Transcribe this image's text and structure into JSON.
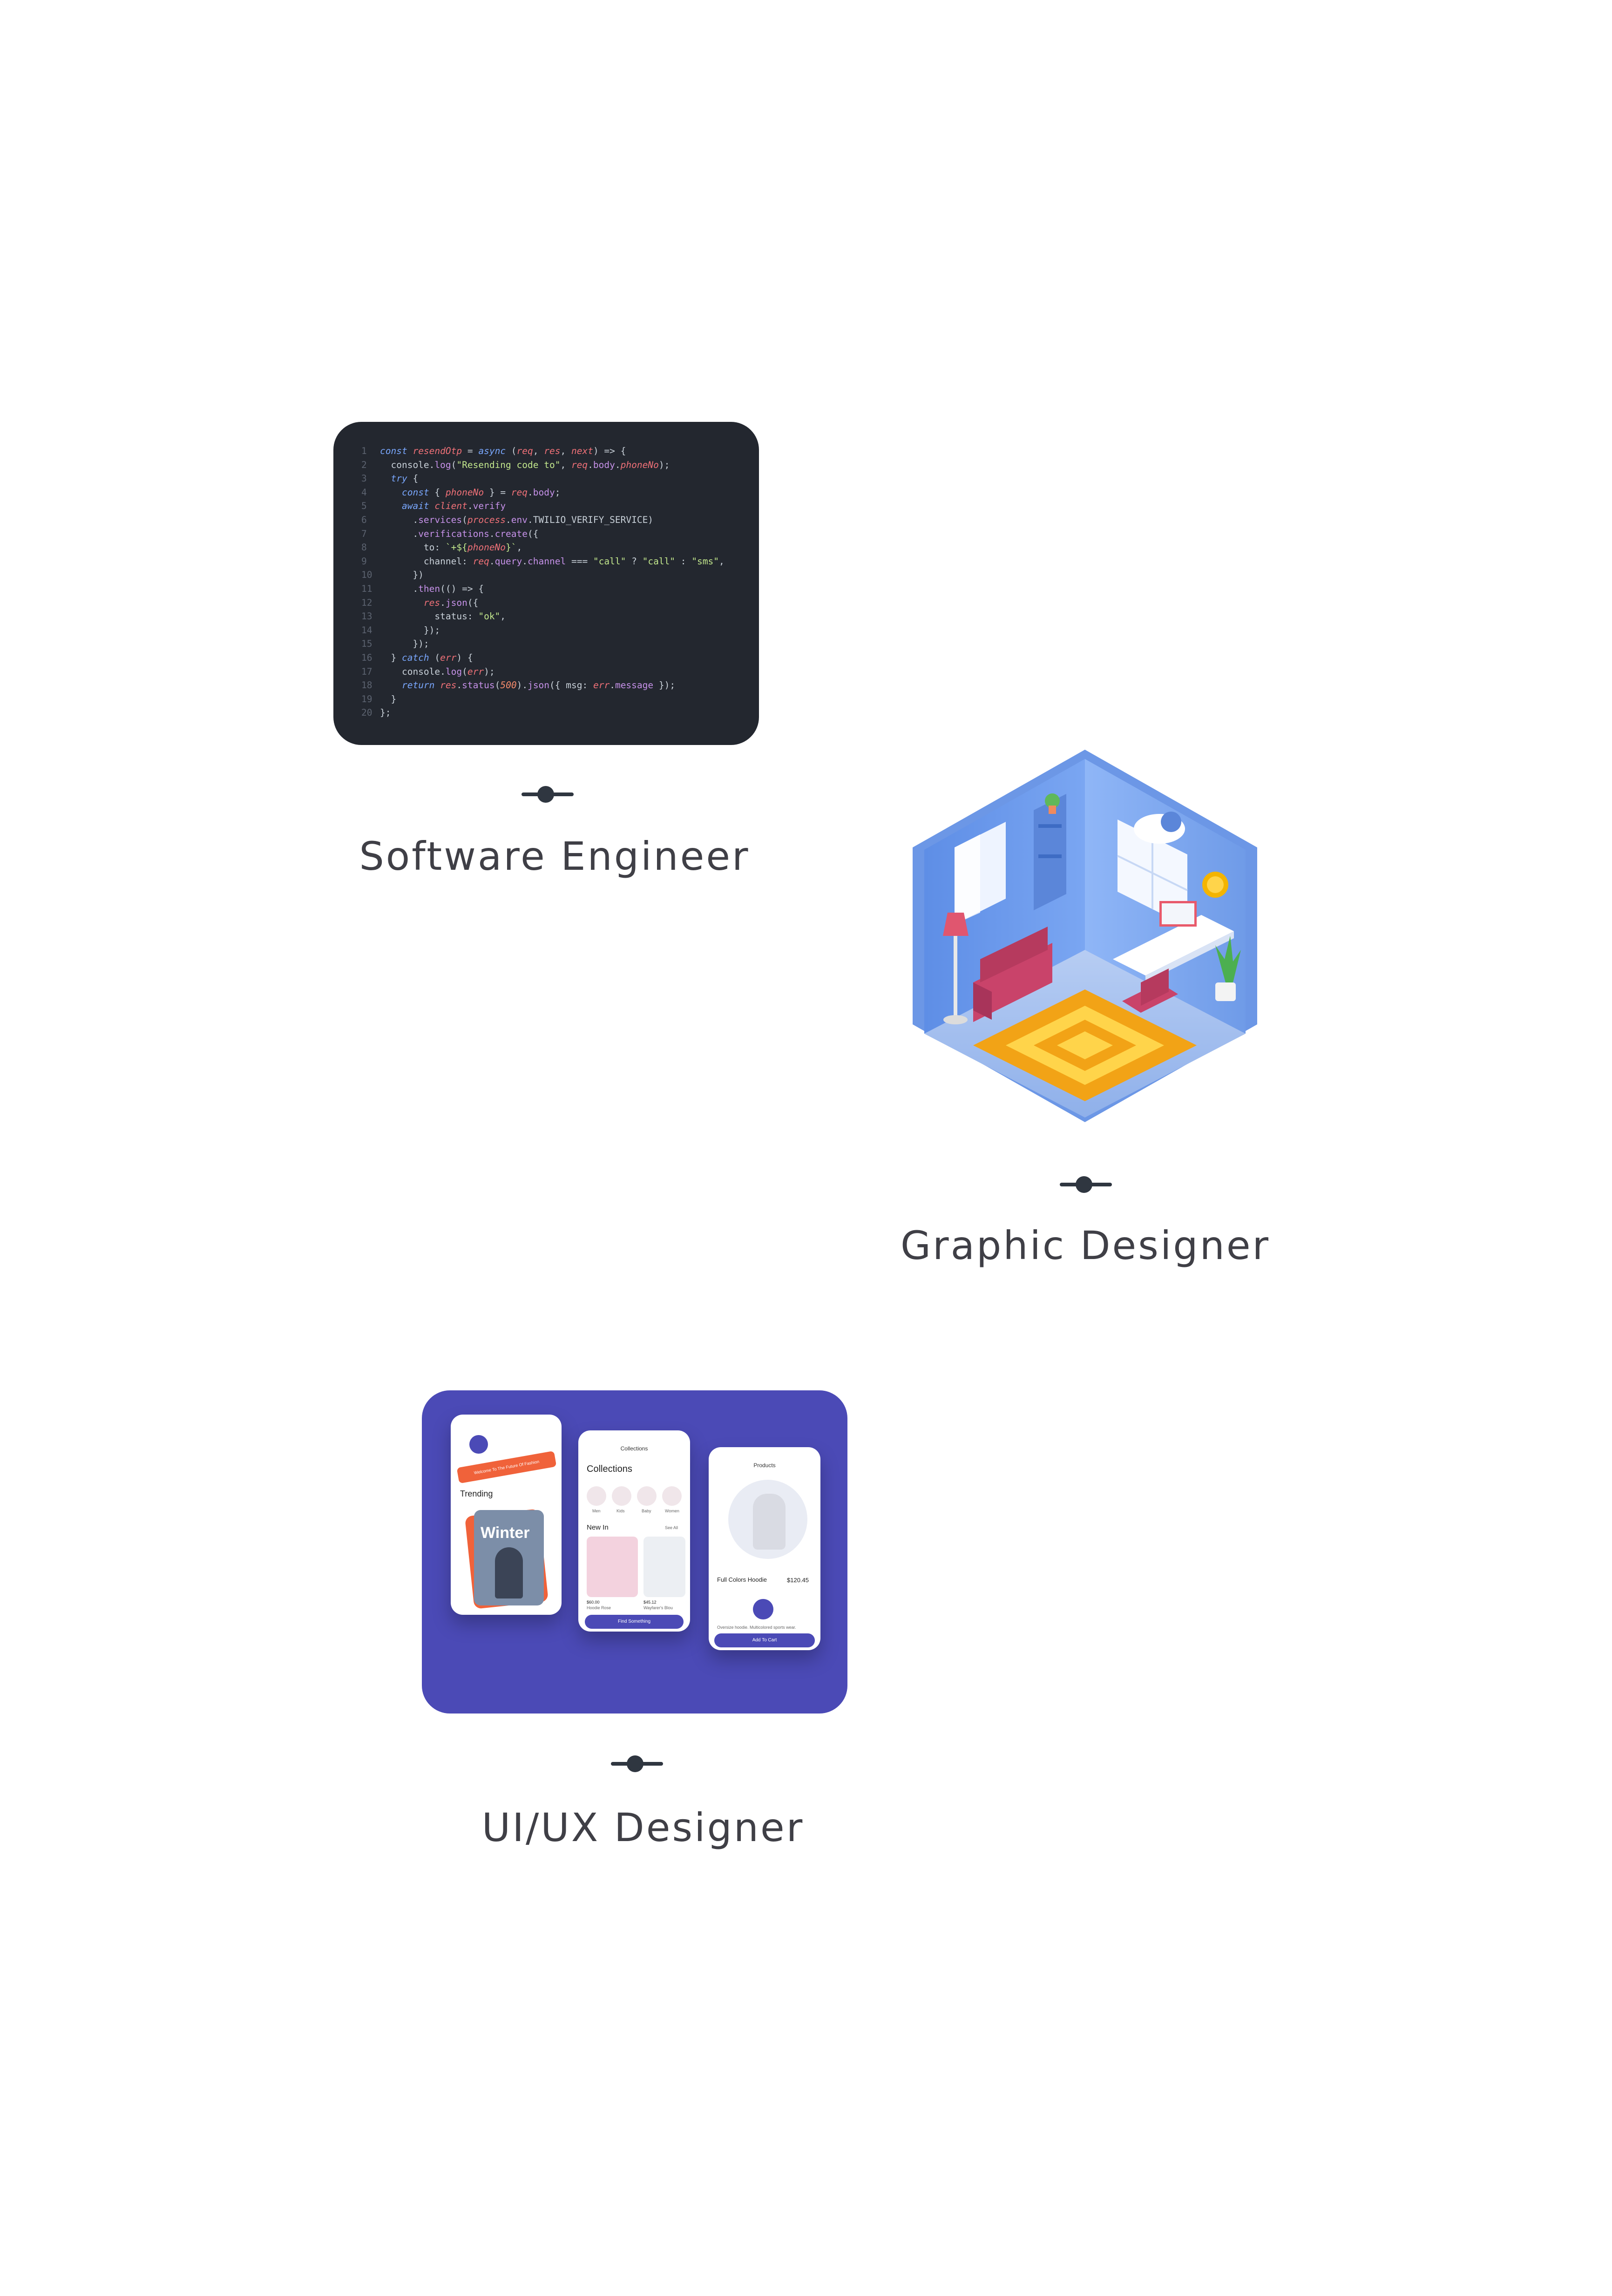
{
  "roles": [
    {
      "title": "Software Engineer"
    },
    {
      "title": "Graphic Designer"
    },
    {
      "title": "UI/UX Designer"
    }
  ],
  "code": [
    [
      "1",
      "const resendOtp = async (req, res, next) => {"
    ],
    [
      "2",
      "  console.log(\"Resending code to\", req.body.phoneNo);"
    ],
    [
      "3",
      "  try {"
    ],
    [
      "4",
      "    const { phoneNo } = req.body;"
    ],
    [
      "5",
      "    await client.verify"
    ],
    [
      "6",
      "      .services(process.env.TWILIO_VERIFY_SERVICE)"
    ],
    [
      "7",
      "      .verifications.create({"
    ],
    [
      "8",
      "        to: `+${phoneNo}`,"
    ],
    [
      "9",
      "        channel: req.query.channel === \"call\" ? \"call\" : \"sms\","
    ],
    [
      "10",
      "      })"
    ],
    [
      "11",
      "      .then(() => {"
    ],
    [
      "12",
      "        res.json({"
    ],
    [
      "13",
      "          status: \"ok\","
    ],
    [
      "14",
      "        });"
    ],
    [
      "15",
      "      });"
    ],
    [
      "16",
      "  } catch (err) {"
    ],
    [
      "17",
      "    console.log(err);"
    ],
    [
      "18",
      "    return res.status(500).json({ msg: err.message });"
    ],
    [
      "19",
      "  }"
    ],
    [
      "20",
      "};"
    ]
  ],
  "mockup": {
    "banner": "Welcome To The Future Of Fashion",
    "trending": "Trending",
    "winter": "Winter",
    "collections_header": "Collections",
    "collections_title": "Collections",
    "chips": [
      "Men",
      "Kids",
      "Baby",
      "Women"
    ],
    "new_in": "New In",
    "see_all": "See All",
    "item1_price": "$60.00",
    "item1_name": "Hoodie Rose",
    "item2_price": "$45.12",
    "item2_name": "Wayfarer's Blou",
    "find": "Find Something",
    "products_header": "Products",
    "product_name": "Full Colors Hoodie",
    "product_price": "$120.45",
    "product_desc": "Oversize hoodie. Multicolored sports wear.",
    "add_to_cart": "Add To Cart"
  },
  "colors": {
    "code_bg": "#23272f",
    "ui_card_bg": "#4b4ab6",
    "caption": "#3f3f46",
    "connector": "#2f3640"
  }
}
